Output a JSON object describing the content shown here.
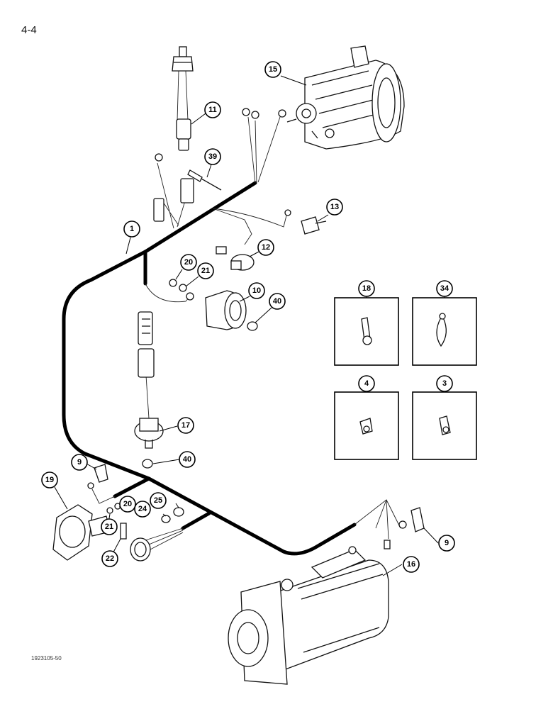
{
  "page_number": "4-4",
  "figure_id": "1923105-50",
  "callouts": {
    "c1": "1",
    "c3": "3",
    "c4": "4",
    "c9a": "9",
    "c9b": "9",
    "c10": "10",
    "c11": "11",
    "c12": "12",
    "c13": "13",
    "c15": "15",
    "c16": "16",
    "c17": "17",
    "c18": "18",
    "c19": "19",
    "c20a": "20",
    "c20b": "20",
    "c21a": "21",
    "c21b": "21",
    "c22": "22",
    "c24": "24",
    "c25": "25",
    "c34": "34",
    "c39": "39",
    "c40a": "40",
    "c40b": "40"
  }
}
